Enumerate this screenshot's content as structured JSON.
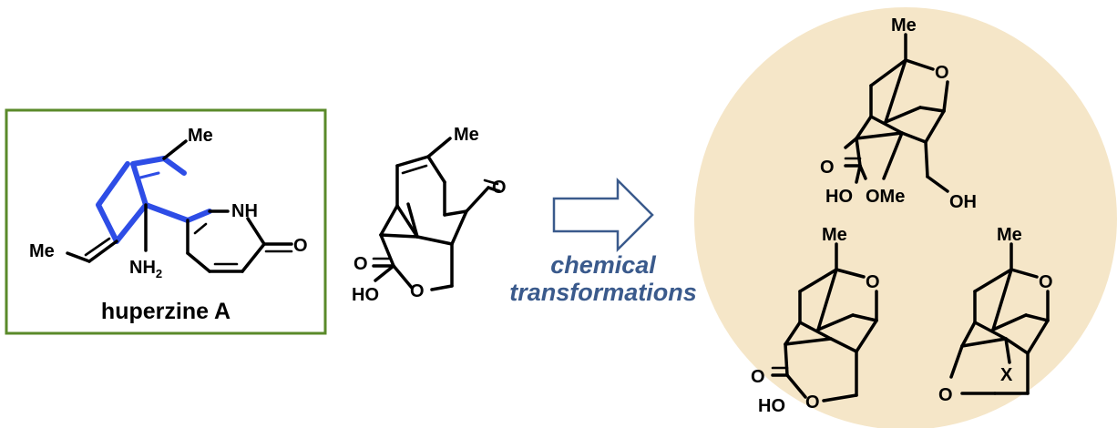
{
  "huperzine": {
    "name": "huperzine A",
    "labels": {
      "me": "Me",
      "me_ethylidene": "Me",
      "nh": "NH",
      "nh2": "NH",
      "nh2_sub": "2",
      "o": "O"
    }
  },
  "intermediate": {
    "labels": {
      "me": "Me",
      "o_ketone": "O",
      "o_acid": "O",
      "ho": "HO",
      "o_lactone": "O"
    }
  },
  "arrow": {
    "line1": "chemical",
    "line2": "transformations"
  },
  "product_top": {
    "labels": {
      "me": "Me",
      "o_ring": "O",
      "o_carbonyl": "O",
      "ho": "HO",
      "ome": "OMe",
      "oh": "OH"
    }
  },
  "product_left": {
    "labels": {
      "me": "Me",
      "o_ring": "O",
      "o_carbonyl": "O",
      "ho": "HO",
      "o_lactone": "O"
    }
  },
  "product_right": {
    "labels": {
      "me": "Me",
      "o_ring": "O",
      "o_ether": "O",
      "x": "X"
    }
  },
  "colors": {
    "box_border": "#5a8a2a",
    "highlight": "#2e4de6",
    "arrow_border": "#3a5a8c",
    "transform_text": "#3a5a8c",
    "circle_fill": "#f5e6c8"
  }
}
